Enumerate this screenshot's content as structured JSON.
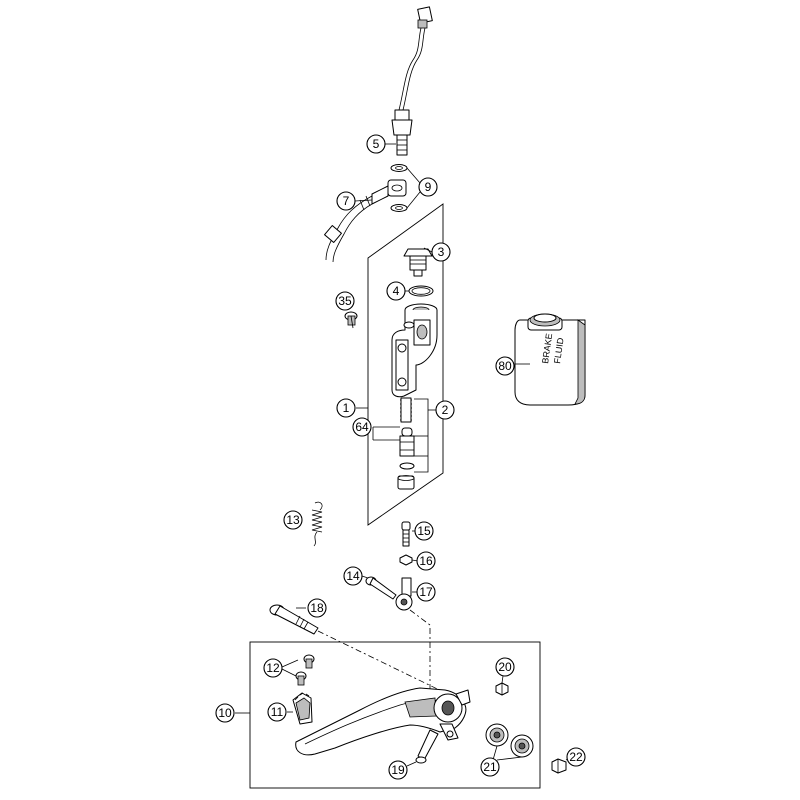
{
  "callouts": {
    "c1": "1",
    "c2": "2",
    "c3": "3",
    "c4": "4",
    "c5": "5",
    "c7": "7",
    "c9": "9",
    "c10": "10",
    "c11": "11",
    "c12": "12",
    "c13": "13",
    "c14": "14",
    "c15": "15",
    "c16": "16",
    "c17": "17",
    "c18": "18",
    "c19": "19",
    "c20": "20",
    "c21": "21",
    "c22": "22",
    "c35": "35",
    "c64": "64",
    "c80": "80"
  },
  "bottle": {
    "line1": "BRAKE",
    "line2": "FLUID"
  },
  "colors": {
    "line": "#000000",
    "shade": "#bdbdbd",
    "background": "#ffffff"
  }
}
